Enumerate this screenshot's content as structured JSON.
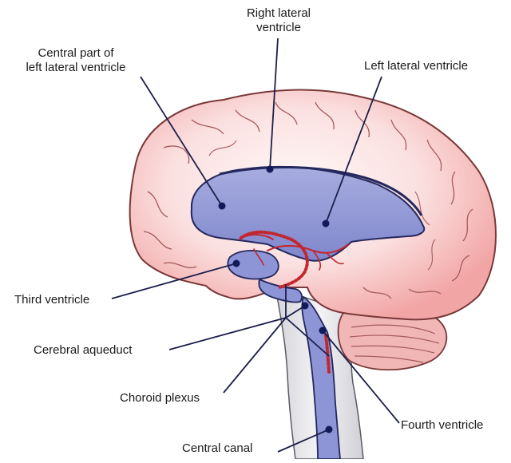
{
  "labels": {
    "right_lateral_line1": "Right lateral",
    "right_lateral_line2": "ventricle",
    "central_part_line1": "Central part of",
    "central_part_line2": "left lateral ventricle",
    "left_lateral": "Left lateral ventricle",
    "third_ventricle": "Third ventricle",
    "cerebral_aqueduct": "Cerebral aqueduct",
    "choroid_plexus": "Choroid plexus",
    "fourth_ventricle": "Fourth ventricle",
    "central_canal": "Central canal"
  },
  "colors": {
    "brain_fill": "#f6c4c4",
    "brain_outline": "#7a3838",
    "gyri_lines": "#a55a5a",
    "ventricle_fill": "#8e95d6",
    "ventricle_outline": "#24285e",
    "choroid_plexus": "#c2262e",
    "leader_line": "#1c1f4a",
    "leader_dot": "#131a59",
    "brainstem_fill": "#e6e6e9"
  }
}
